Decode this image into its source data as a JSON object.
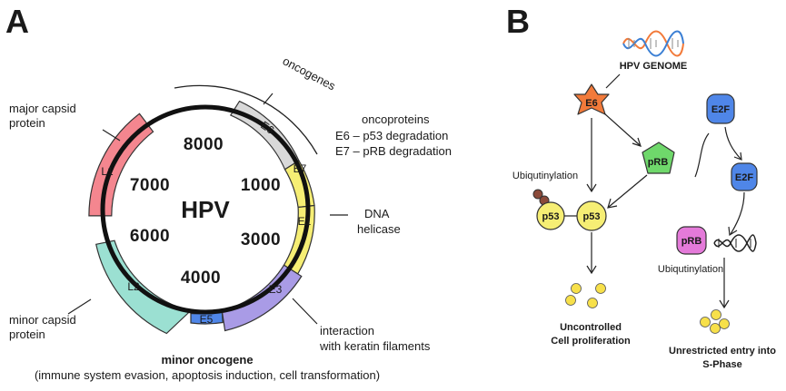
{
  "panels": {
    "a": "A",
    "b": "B"
  },
  "genome": {
    "center": "HPV",
    "positions": [
      "8000",
      "1000",
      "3000",
      "4000",
      "6000",
      "7000"
    ],
    "segments": [
      "E6",
      "E7",
      "E1",
      "E3",
      "E5",
      "L2",
      "L1"
    ]
  },
  "annotations": {
    "oncogenes": "oncogenes",
    "major_capsid_1": "major capsid",
    "major_capsid_2": "protein",
    "oncoproteins": "oncoproteins",
    "e6_line": "E6 –  p53 degradation",
    "e7_line": "E7 –  pRB degradation",
    "dna_1": "DNA",
    "dna_2": "helicase",
    "minor_capsid_1": "minor capsid",
    "minor_capsid_2": "protein",
    "interaction_1": "interaction",
    "interaction_2": "with keratin filaments",
    "minor_oncogene": "minor oncogene",
    "minor_oncogene_desc": "(immune system evasion, apoptosis induction, cell transformation)"
  },
  "pathway": {
    "genome_label": "HPV GENOME",
    "e6": "E6",
    "prb": "pRB",
    "p53": "p53",
    "ubiq_left": "Ubiqutinylation",
    "uncontrolled_1": "Uncontrolled",
    "uncontrolled_2": "Cell proliferation",
    "e2f": "E2F",
    "ubiq_right": "Ubiqutinylation",
    "unrestricted_1": "Unrestricted entry into",
    "unrestricted_2": "S-Phase"
  },
  "colors": {
    "l1": "#f4868f",
    "l2": "#9be0d2",
    "e6": "#d9d9d9",
    "e7": "#f6ee74",
    "e1": "#f6ee74",
    "e3": "#a99be6",
    "e5": "#4f86e8",
    "star": "#f27a3a",
    "prb_green": "#6fd86b",
    "p53_yellow": "#f6ee74",
    "e2f_blue": "#4f86e8",
    "prb_pink": "#e47ad9",
    "dots": "#f7e04a"
  }
}
